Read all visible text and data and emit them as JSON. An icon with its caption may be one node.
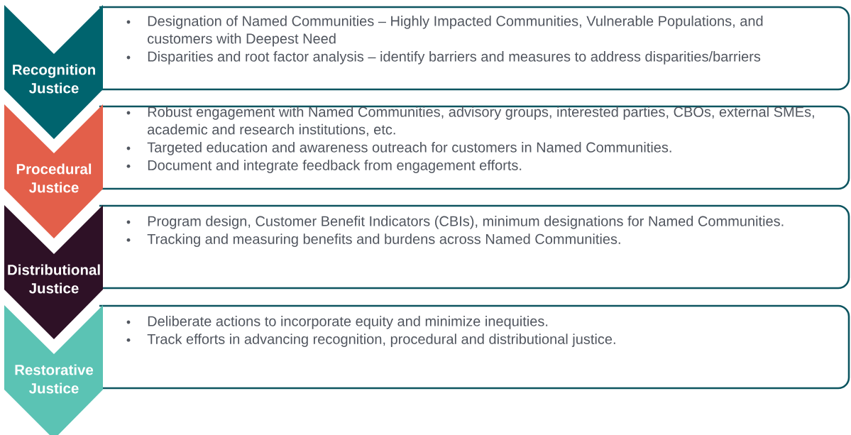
{
  "diagram": {
    "nodes": [
      {
        "text": [
          "Recognition Justice"
        ]
      },
      {
        "text": [
          "Designation of Named Communities – Highly Impacted Communities, Vulnerable Populations, and customers with Deepest Need",
          "Disparities and root factor analysis – identify barriers and measures to address disparities/barriers"
        ]
      },
      {
        "text": [
          "Procedural Justice"
        ]
      },
      {
        "text": [
          "Robust engagement with Named Communities, advisory groups, interested parties, CBOs, external SMEs, academic and research institutions, etc.",
          "Targeted education and awareness outreach for customers in Named Communities.",
          "Document and integrate feedback from engagement efforts."
        ]
      },
      {
        "text": [
          "Distributional Justice"
        ]
      },
      {
        "text": [
          "Program design, Customer Benefit Indicators (CBIs), minimum designations for Named Communities.",
          "Tracking and measuring benefits and burdens across Named Communities."
        ]
      },
      {
        "text": [
          "Restorative Justice"
        ]
      },
      {
        "text": [
          "Deliberate actions to incorporate equity and minimize inequities.",
          "Track efforts in advancing recognition, procedural and distributional justice."
        ]
      }
    ]
  }
}
